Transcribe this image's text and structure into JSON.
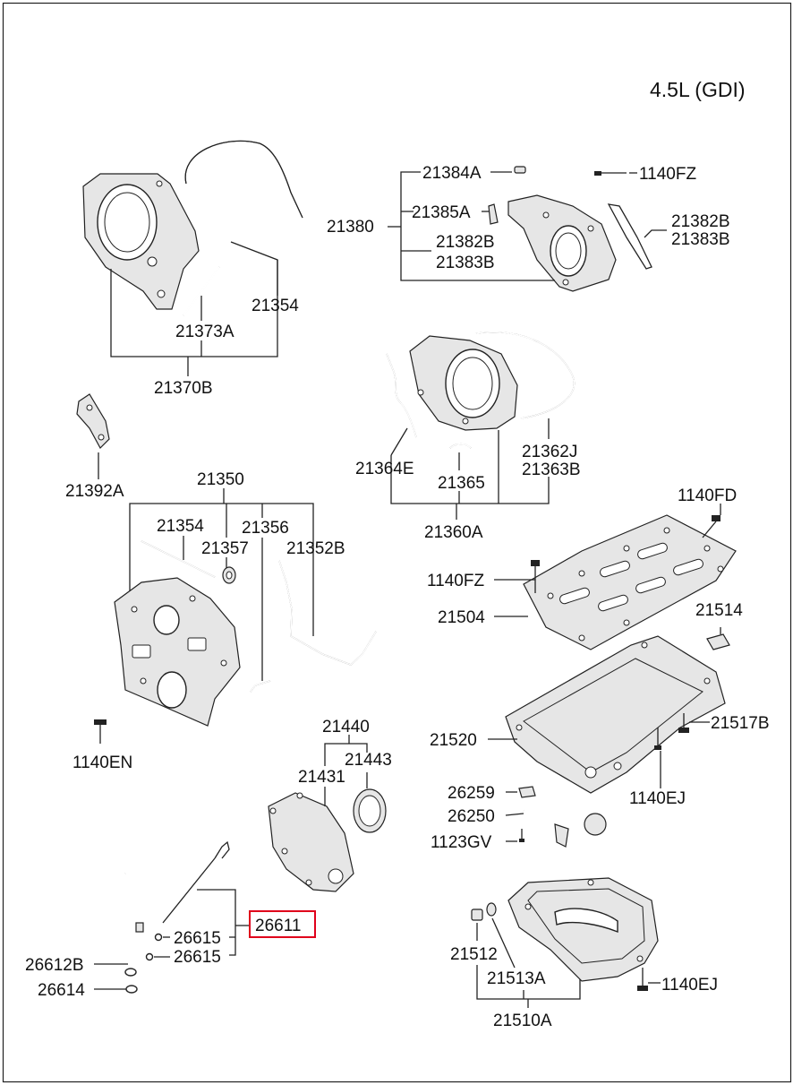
{
  "engine": "4.5L (GDI)",
  "highlight_color": "#e0001b",
  "labels": [
    {
      "id": "21384A",
      "text": "21384A"
    },
    {
      "id": "1140FZ_a",
      "text": "1140FZ"
    },
    {
      "id": "21380",
      "text": "21380"
    },
    {
      "id": "21385A",
      "text": "21385A"
    },
    {
      "id": "21382B_a",
      "text": "21382B"
    },
    {
      "id": "21383B_a",
      "text": "21383B"
    },
    {
      "id": "21382B_b",
      "text": "21382B"
    },
    {
      "id": "21383B_b",
      "text": "21383B"
    },
    {
      "id": "21354_a",
      "text": "21354"
    },
    {
      "id": "21373A",
      "text": "21373A"
    },
    {
      "id": "21370B",
      "text": "21370B"
    },
    {
      "id": "21392A",
      "text": "21392A"
    },
    {
      "id": "21364E",
      "text": "21364E"
    },
    {
      "id": "21365",
      "text": "21365"
    },
    {
      "id": "21362J",
      "text": "21362J"
    },
    {
      "id": "21363B",
      "text": "21363B"
    },
    {
      "id": "21360A",
      "text": "21360A"
    },
    {
      "id": "21350",
      "text": "21350"
    },
    {
      "id": "21354_b",
      "text": "21354"
    },
    {
      "id": "21356",
      "text": "21356"
    },
    {
      "id": "21357",
      "text": "21357"
    },
    {
      "id": "21352B",
      "text": "21352B"
    },
    {
      "id": "1140FD",
      "text": "1140FD"
    },
    {
      "id": "1140FZ_b",
      "text": "1140FZ"
    },
    {
      "id": "21504",
      "text": "21504"
    },
    {
      "id": "21514",
      "text": "21514"
    },
    {
      "id": "21520",
      "text": "21520"
    },
    {
      "id": "21517B",
      "text": "21517B"
    },
    {
      "id": "1140EN",
      "text": "1140EN"
    },
    {
      "id": "21440",
      "text": "21440"
    },
    {
      "id": "21443",
      "text": "21443"
    },
    {
      "id": "21431",
      "text": "21431"
    },
    {
      "id": "1140EJ_a",
      "text": "1140EJ"
    },
    {
      "id": "26259",
      "text": "26259"
    },
    {
      "id": "26250",
      "text": "26250"
    },
    {
      "id": "1123GV",
      "text": "1123GV"
    },
    {
      "id": "26611",
      "text": "26611"
    },
    {
      "id": "26615_a",
      "text": "26615"
    },
    {
      "id": "26615_b",
      "text": "26615"
    },
    {
      "id": "26612B",
      "text": "26612B"
    },
    {
      "id": "26614",
      "text": "26614"
    },
    {
      "id": "21512",
      "text": "21512"
    },
    {
      "id": "21513A",
      "text": "21513A"
    },
    {
      "id": "1140EJ_b",
      "text": "1140EJ"
    },
    {
      "id": "21510A",
      "text": "21510A"
    }
  ]
}
